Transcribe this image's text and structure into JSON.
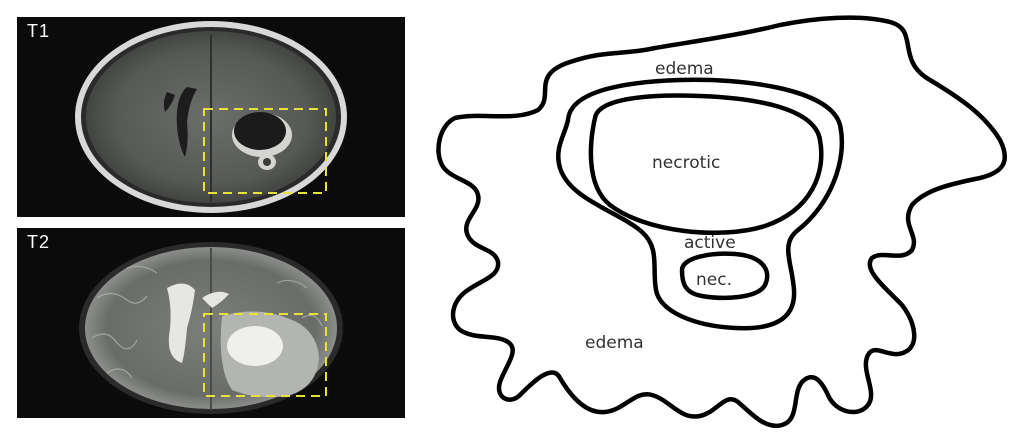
{
  "panels": {
    "t1": {
      "label": "T1"
    },
    "t2": {
      "label": "T2"
    }
  },
  "diagram": {
    "labels": {
      "edema_top": "edema",
      "necrotic": "necrotic",
      "active": "active",
      "nec": "nec.",
      "edema_bottom": "edema"
    }
  },
  "colors": {
    "highlight_box": "#e6e23a",
    "outline": "#000000",
    "panel_bg": "#0b0b0b"
  }
}
